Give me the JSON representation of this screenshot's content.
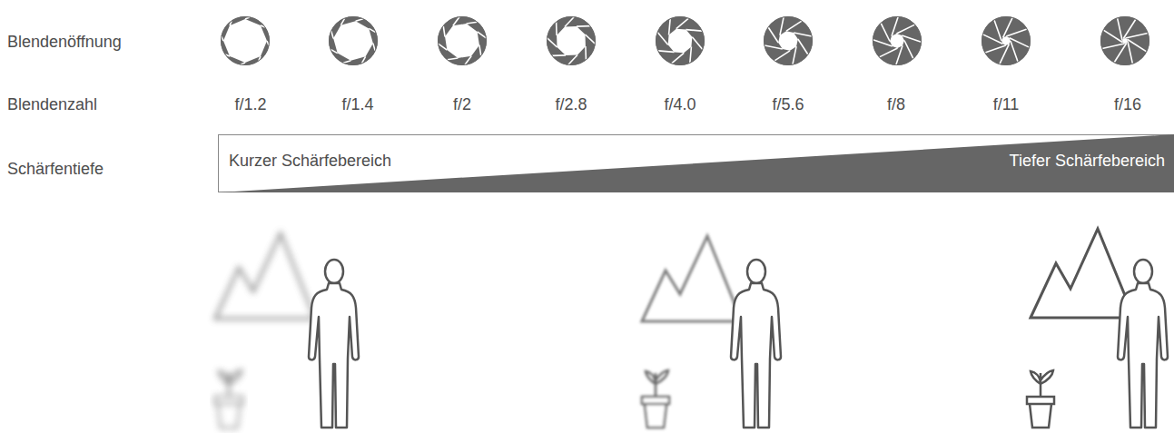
{
  "diagram": {
    "nodes": [
      {
        "text": [
          "Kurzer Schärfebereich",
          "Tiefer Schärfebereich"
        ]
      }
    ],
    "labels": [
      "Blendenöffnung",
      "Blendenzahl",
      "Schärfentiefe",
      "f/1.2",
      "f/1.4",
      "f/2",
      "f/2.8",
      "f/4.0",
      "f/5.6",
      "f/8",
      "f/11",
      "f/16"
    ]
  }
}
